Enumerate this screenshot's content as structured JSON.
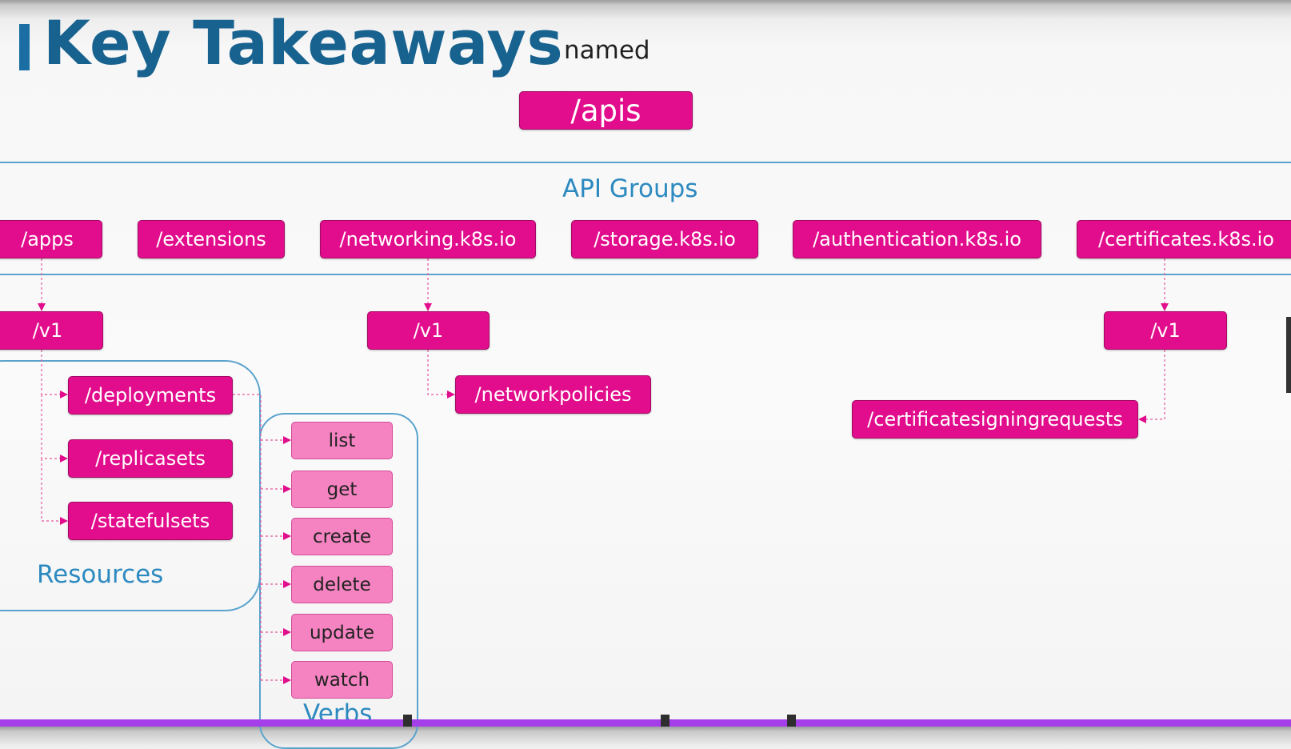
{
  "header": {
    "title": "Key Takeaways",
    "subtitle": "named"
  },
  "root": {
    "label": "/apis"
  },
  "api_groups": {
    "label": "API Groups",
    "items": [
      "/apps",
      "/extensions",
      "/networking.k8s.io",
      "/storage.k8s.io",
      "/authentication.k8s.io",
      "/certificates.k8s.io"
    ]
  },
  "versions": {
    "apps": "/v1",
    "networking": "/v1",
    "certificates": "/v1"
  },
  "resources": {
    "label": "Resources",
    "apps": [
      "/deployments",
      "/replicasets",
      "/statefulsets"
    ],
    "networking": [
      "/networkpolicies"
    ],
    "certificates": [
      "/certificatesigningrequests"
    ]
  },
  "verbs": {
    "label": "Verbs",
    "items": [
      "list",
      "get",
      "create",
      "delete",
      "update",
      "watch"
    ]
  },
  "colors": {
    "primary": "#e20d8c",
    "verb": "#f583c1",
    "frame": "#5aa3cd",
    "title": "#18628f",
    "progress": "#a43fea"
  }
}
